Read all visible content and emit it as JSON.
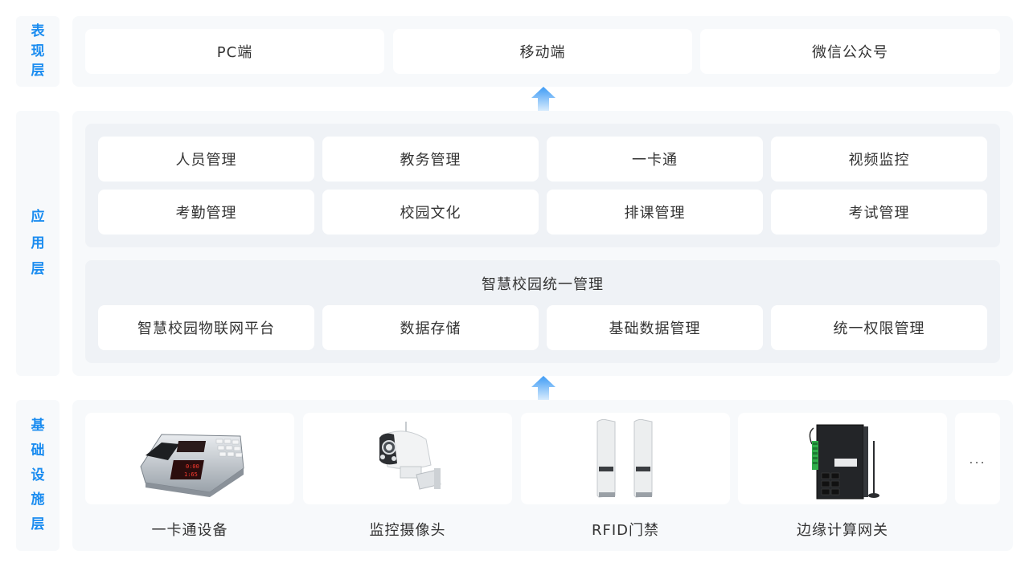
{
  "layers": {
    "presentation": {
      "label": [
        "表",
        "现",
        "层"
      ]
    },
    "application": {
      "label": [
        "应",
        "用",
        "层"
      ]
    },
    "infrastructure": {
      "label": [
        "基",
        "础",
        "设",
        "施",
        "层"
      ]
    }
  },
  "presentation_items": [
    "PC端",
    "移动端",
    "微信公众号"
  ],
  "application_items": [
    "人员管理",
    "教务管理",
    "一卡通",
    "视频监控",
    "考勤管理",
    "校园文化",
    "排课管理",
    "考试管理"
  ],
  "unified": {
    "title": "智慧校园统一管理",
    "items": [
      "智慧校园物联网平台",
      "数据存储",
      "基础数据管理",
      "统一权限管理"
    ]
  },
  "devices": [
    {
      "label": "一卡通设备",
      "icon": "card-terminal-icon"
    },
    {
      "label": "监控摄像头",
      "icon": "camera-icon"
    },
    {
      "label": "RFID门禁",
      "icon": "rfid-gate-icon"
    },
    {
      "label": "边缘计算网关",
      "icon": "gateway-icon"
    }
  ],
  "more_label": "...",
  "colors": {
    "accent": "#1a8cf0",
    "panel": "#f7f9fb",
    "subpanel": "#eff2f6",
    "text": "#333333"
  }
}
